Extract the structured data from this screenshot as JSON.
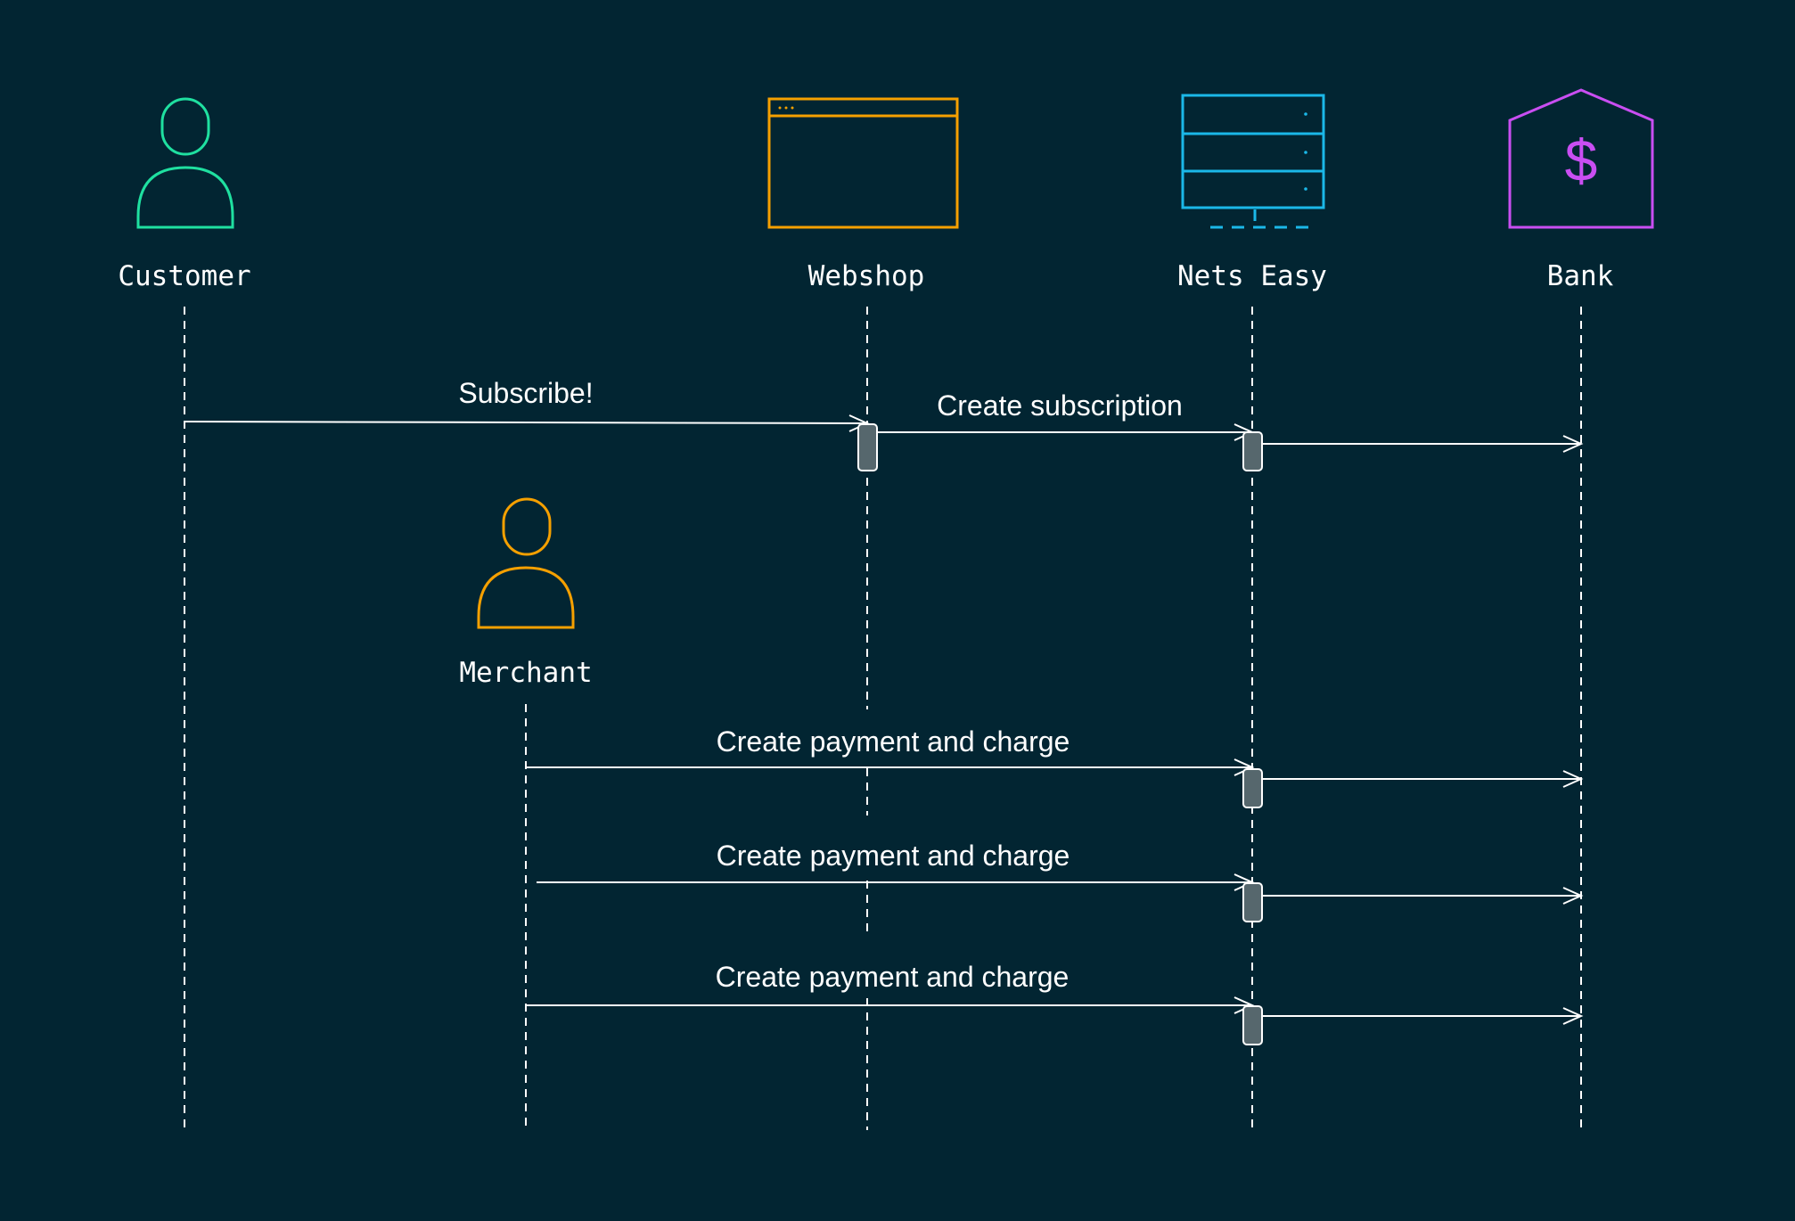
{
  "actors": {
    "customer": {
      "label": "Customer",
      "color": "#1fe0a0",
      "icon": "person-icon"
    },
    "webshop": {
      "label": "Webshop",
      "color": "#f5a000",
      "icon": "browser-window-icon"
    },
    "nets": {
      "label": "Nets Easy",
      "color": "#1bb8e8",
      "icon": "server-icon"
    },
    "bank": {
      "label": "Bank",
      "color": "#c94ef2",
      "icon": "bank-icon",
      "symbol": "$"
    },
    "merchant": {
      "label": "Merchant",
      "color": "#f5a000",
      "icon": "person-icon"
    }
  },
  "messages": {
    "subscribe": "Subscribe!",
    "create_subscription": "Create subscription",
    "payment_1": "Create payment and charge",
    "payment_2": "Create payment and charge",
    "payment_3": "Create payment and charge"
  },
  "colors": {
    "background": "#022532",
    "line": "#ffffff",
    "activation": "#56676d"
  }
}
